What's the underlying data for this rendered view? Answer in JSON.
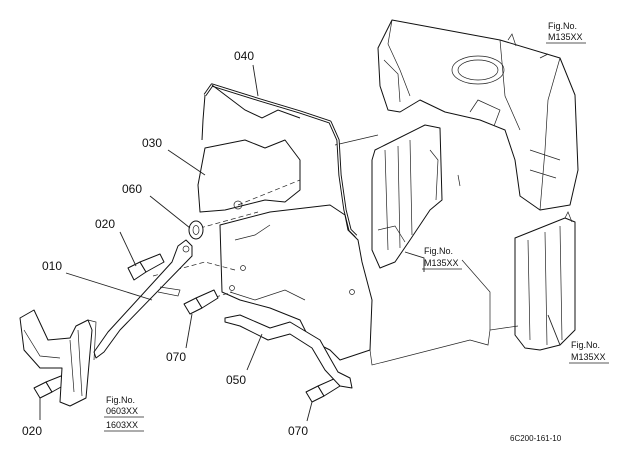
{
  "callouts": {
    "p010": "010",
    "p020a": "020",
    "p020b": "020",
    "p030": "030",
    "p040": "040",
    "p050": "050",
    "p060": "060",
    "p070a": "070",
    "p070b": "070"
  },
  "figrefs": {
    "top": {
      "label": "Fig.No.",
      "code": "M135XX"
    },
    "middle": {
      "label": "Fig.No.",
      "code": "M135XX"
    },
    "right": {
      "label": "Fig.No.",
      "code": "M135XX"
    },
    "left": {
      "label": "Fig.No.",
      "code1": "0603XX",
      "code2": "1603XX"
    }
  },
  "drawing_code": "6C200-161-10"
}
